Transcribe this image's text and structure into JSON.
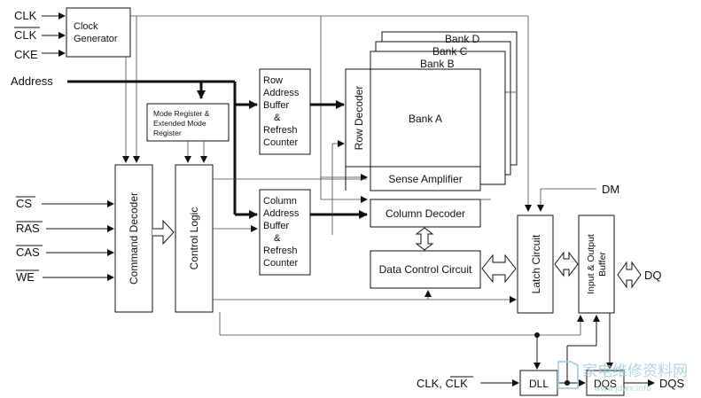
{
  "inputs": {
    "clk": "CLK",
    "clk_bar": "CLK",
    "cke": "CKE",
    "address": "Address",
    "cs": "CS",
    "ras": "RAS",
    "cas": "CAS",
    "we": "WE",
    "dm": "DM",
    "clk_pair_a": "CLK, ",
    "clk_pair_b": "CLK"
  },
  "outputs": {
    "dq": "DQ",
    "dqs": "DQS"
  },
  "blocks": {
    "clock_generator": [
      "Clock",
      "Generator"
    ],
    "mode_register": [
      "Mode Register &",
      "Extended Mode",
      "Register"
    ],
    "command_decoder": "Command Decoder",
    "control_logic": "Control Logic",
    "row_address_buffer": [
      "Row",
      "Address",
      "Buffer",
      "&",
      "Refresh",
      "Counter"
    ],
    "column_address_buffer": [
      "Column",
      "Address",
      "Buffer",
      "&",
      "Refresh",
      "Counter"
    ],
    "row_decoder": "Row Decoder",
    "bank_a": "Bank A",
    "bank_b": "Bank B",
    "bank_c": "Bank C",
    "bank_d": "Bank D",
    "sense_amplifier": "Sense Amplifier",
    "column_decoder": "Column Decoder",
    "data_control_circuit": "Data Control Circuit",
    "latch_circuit": "Latch Circuit",
    "io_buffer": [
      "Input & Output",
      "Buffer"
    ],
    "dll": "DLL",
    "dqs_block": "DQS"
  },
  "watermark": {
    "text": "家电维修资料网",
    "url": "www.jdwx.info"
  }
}
